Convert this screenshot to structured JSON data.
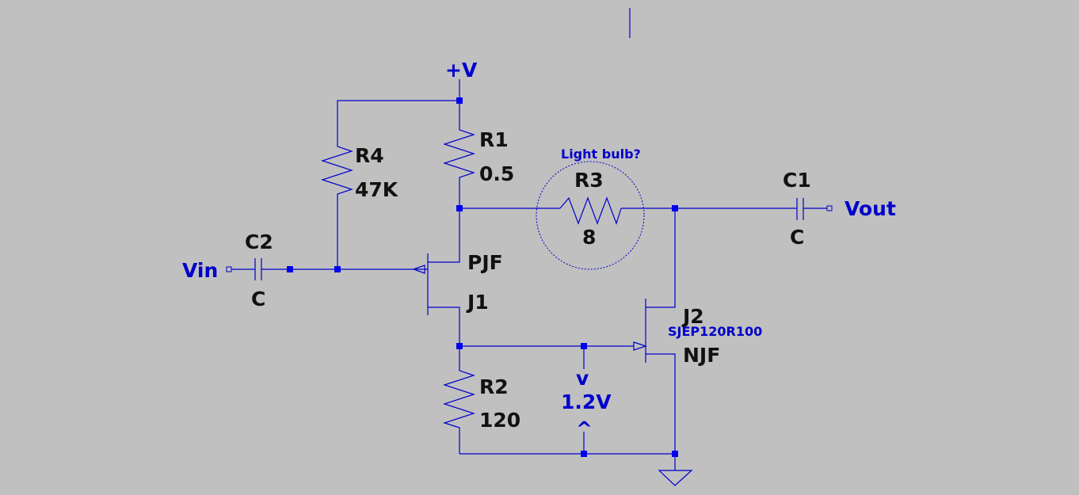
{
  "supply_label": "+V",
  "input_label": "Vin",
  "output_label": "Vout",
  "annotation_label": "Light bulb?",
  "voltage_label": "1.2V",
  "voltage_up_arrow": "v",
  "voltage_down_arrow": "^",
  "colors": {
    "background": "#c0c0c0",
    "wire": "#0000cc",
    "text": "#111111"
  },
  "components": {
    "R1": {
      "name": "R1",
      "value": "0.5"
    },
    "R2": {
      "name": "R2",
      "value": "120"
    },
    "R3": {
      "name": "R3",
      "value": "8"
    },
    "R4": {
      "name": "R4",
      "value": "47K"
    },
    "C1": {
      "name": "C1",
      "value": "C"
    },
    "C2": {
      "name": "C2",
      "value": "C"
    },
    "J1": {
      "name": "J1",
      "type": "PJF"
    },
    "J2": {
      "name": "J2",
      "type": "NJF",
      "model": "SJEP120R100"
    }
  }
}
